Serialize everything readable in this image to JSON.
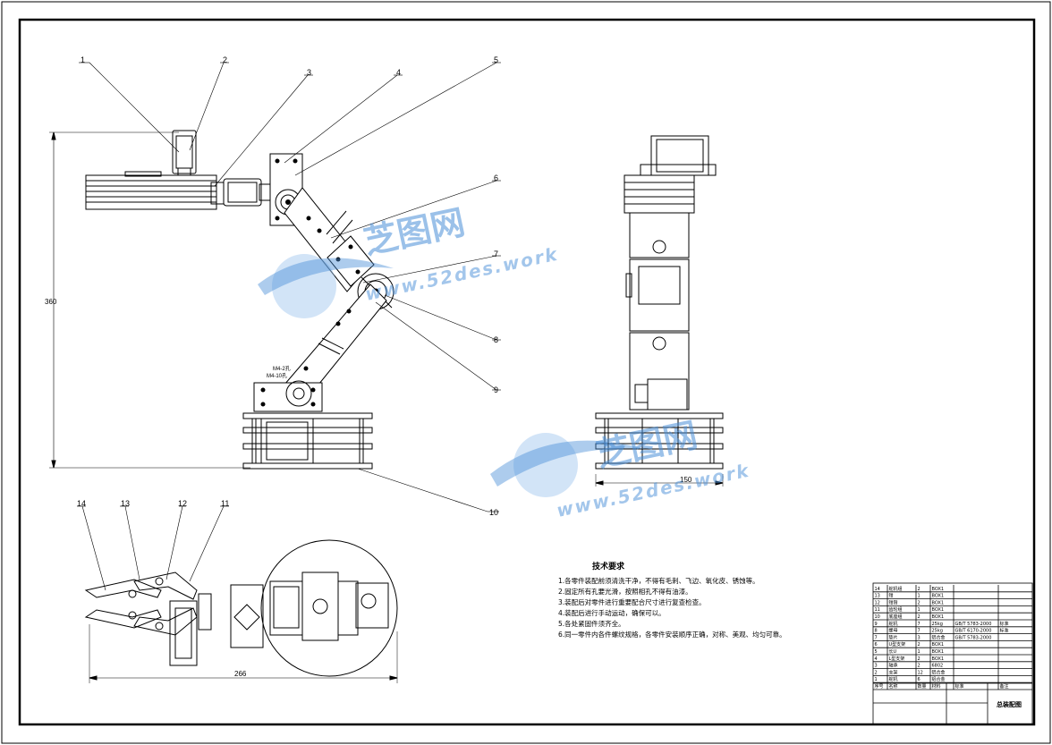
{
  "part_numbers": [
    "1",
    "2",
    "3",
    "4",
    "5",
    "6",
    "7",
    "8",
    "9",
    "10",
    "11",
    "12",
    "13",
    "14"
  ],
  "dimensions": {
    "height": "360",
    "width_front": "150",
    "width_gripper": "266",
    "small_callout_a": "M4-2孔",
    "small_callout_b": "M4-10孔"
  },
  "technical_requirements": {
    "title": "技术要求",
    "lines": [
      "1.各零件装配前须清洗干净，不得有毛刺、飞边、氧化皮、锈蚀等。",
      "2.固定所有孔要光滑，按照相孔不得有油漆。",
      "3.装配后对零件进行重要配合尺寸进行复查检查。",
      "4.装配后进行手动运动，确保可以。",
      "5.各处紧固件须齐全。",
      "6.同一零件内各件螺纹规格，各零件安装顺序正确，对称、美观、均匀可靠。"
    ]
  },
  "title_block": {
    "drawing_name": "总装配图",
    "rows": [
      [
        "14",
        "舵机组",
        "2",
        "BOX1",
        "",
        ""
      ],
      [
        "13",
        "钳",
        "1",
        "BOX1",
        "",
        ""
      ],
      [
        "12",
        "钳臂",
        "2",
        "BOX1",
        "",
        ""
      ],
      [
        "11",
        "齿轮组",
        "1",
        "BOX1",
        "",
        ""
      ],
      [
        "10",
        "底座组",
        "2",
        "BOX1",
        "",
        ""
      ],
      [
        "9",
        "舵机",
        "7",
        "25kg",
        "GB/T 5783-2000",
        "标准"
      ],
      [
        "8",
        "螺母",
        "7",
        "25kg",
        "GB/T 6170-2000",
        "标准"
      ],
      [
        "7",
        "垫片",
        "3",
        "铝合金",
        "GB/T 5783-2000",
        ""
      ],
      [
        "6",
        "U型支架",
        "2",
        "BOX1",
        "",
        ""
      ],
      [
        "5",
        "长U",
        "1",
        "BOX1",
        "",
        ""
      ],
      [
        "4",
        "L型支架",
        "2",
        "BOX1",
        "",
        ""
      ],
      [
        "3",
        "轴承",
        "2",
        "6802",
        "",
        ""
      ],
      [
        "2",
        "支架",
        "12",
        "铝合金",
        "",
        ""
      ],
      [
        "1",
        "舵机",
        "6",
        "铝合金",
        "",
        ""
      ]
    ],
    "header": [
      "序号",
      "名称",
      "数量",
      "材料",
      "标准",
      "备注"
    ]
  },
  "watermarks": [
    {
      "cn": "芝图网",
      "url": "www.52des.work"
    },
    {
      "cn": "芝图网",
      "url": "www.52des.work"
    }
  ]
}
